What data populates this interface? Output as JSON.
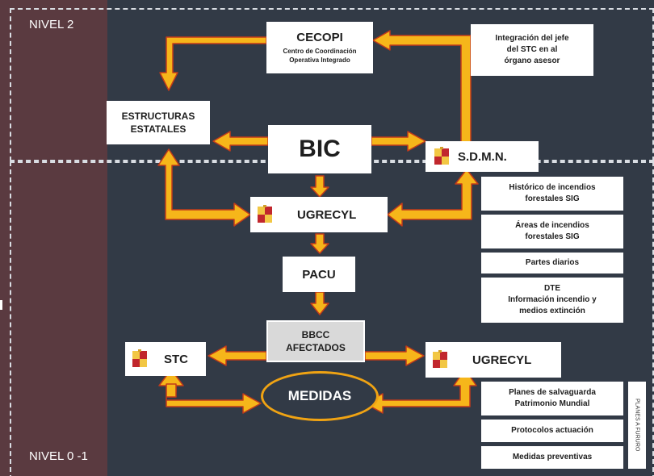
{
  "levels": {
    "top": "NIVEL 2",
    "bottom": "NIVEL 0 -1"
  },
  "cecopi": {
    "title": "CECOPI",
    "subtitle_line1": "Centro de Coordinación",
    "subtitle_line2": "Operativa Integrado"
  },
  "integracion": {
    "line1": "Integración del jefe",
    "line2": "del STC en al",
    "line3": "órgano asesor"
  },
  "estructuras": {
    "line1": "ESTRUCTURAS",
    "line2": "ESTATALES"
  },
  "bic": "BIC",
  "sdmn": "S.D.M.N.",
  "ugrecyl_top": "UGRECYL",
  "pacu": "PACU",
  "bbcc": {
    "line1": "BBCC",
    "line2": "AFECTADOS"
  },
  "stc": "STC",
  "ugrecyl_bottom": "UGRECYL",
  "medidas": "MEDIDAS",
  "info_boxes": [
    {
      "line1": "Histórico de incendios",
      "line2": "forestales SIG",
      "line3": ""
    },
    {
      "line1": "Áreas de incendios",
      "line2": "forestales SIG",
      "line3": ""
    },
    {
      "line1": "Partes diarios",
      "line2": "",
      "line3": ""
    },
    {
      "line1": "DTE",
      "line2": "Información incendio y",
      "line3": "medios extinción"
    }
  ],
  "plan_boxes": [
    {
      "line1": "Planes de salvaguarda",
      "line2": "Patrimonio Mundial"
    },
    {
      "line1": "Protocolos actuación",
      "line2": ""
    },
    {
      "line1": "Medidas preventivas",
      "line2": ""
    }
  ],
  "planes_label": "PLANES A FURURO",
  "colors": {
    "arrow_fill": "#f6b61a",
    "arrow_stroke": "#c23a1a",
    "sidebar": "#5a3a40",
    "background": "#323a46"
  }
}
